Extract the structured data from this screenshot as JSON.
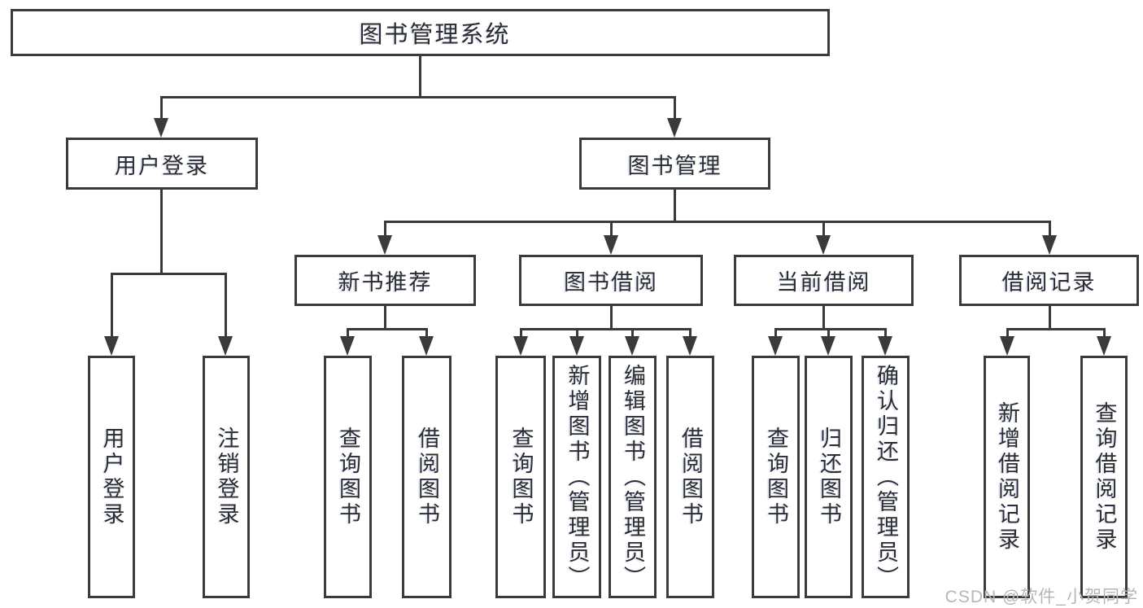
{
  "tree": {
    "label": "图书管理系统",
    "children": [
      {
        "label": "用户登录",
        "children": [
          {
            "label": "用户登录"
          },
          {
            "label": "注销登录"
          }
        ]
      },
      {
        "label": "图书管理",
        "children": [
          {
            "label": "新书推荐",
            "children": [
              {
                "label": "查询图书"
              },
              {
                "label": "借阅图书"
              }
            ]
          },
          {
            "label": "图书借阅",
            "children": [
              {
                "label": "查询图书"
              },
              {
                "label": "新增图书（管理员）"
              },
              {
                "label": "编辑图书（管理员）"
              },
              {
                "label": "借阅图书"
              }
            ]
          },
          {
            "label": "当前借阅",
            "children": [
              {
                "label": "查询图书"
              },
              {
                "label": "归还图书"
              },
              {
                "label": "确认归还（管理员）"
              }
            ]
          },
          {
            "label": "借阅记录",
            "children": [
              {
                "label": "新增借阅记录"
              },
              {
                "label": "查询借阅记录"
              }
            ]
          }
        ]
      }
    ]
  },
  "watermark": "CSDN @软件_小贺同学",
  "colors": {
    "line": "#3a3a3a",
    "box_border": "#3b3b3b",
    "text": "#2d2d2d",
    "background": "#ffffff",
    "watermark": "#b6b6b6"
  }
}
